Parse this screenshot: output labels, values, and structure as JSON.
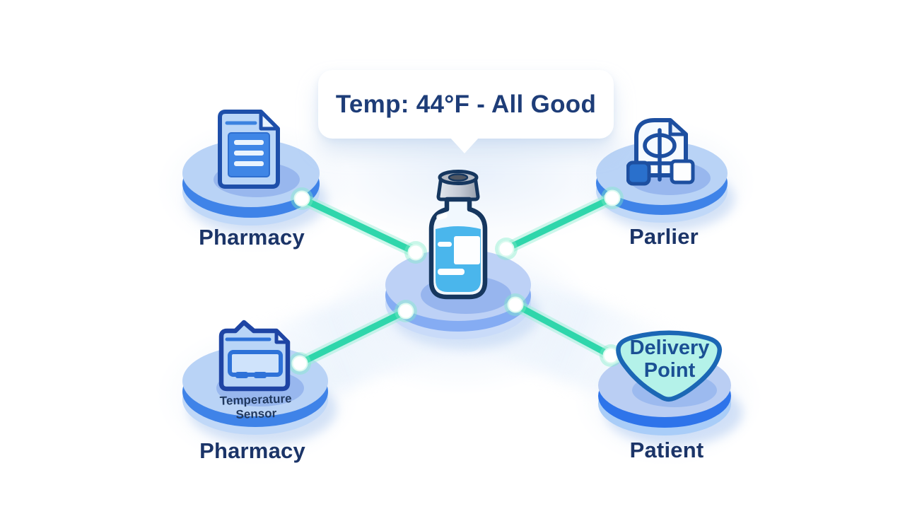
{
  "diagram": {
    "tooltip": "Temp: 44°F - All Good",
    "nodes": {
      "pharmacy_top": {
        "label": "Pharmacy",
        "icon": "document-icon"
      },
      "parlier": {
        "label": "Parlier",
        "icon": "shipment-document-icon"
      },
      "pharmacy_bottom": {
        "label": "Pharmacy",
        "platform_text": "Temperature Sensor",
        "icon": "temperature-sensor-icon"
      },
      "patient": {
        "label": "Patient",
        "badge": "Delivery Point",
        "icon": "delivery-shield-badge"
      },
      "center": {
        "icon": "vaccine-vial-icon"
      }
    },
    "colors": {
      "link_teal": "#2fd6ab",
      "link_glow": "#9df0d8",
      "platform_top": "#b9d3f6",
      "platform_rim_blue": "#3f83e8",
      "platform_rim_center": "#85acf3",
      "navy_text": "#1b3468",
      "bubble_text": "#1e3d78",
      "vial_liquid": "#4ab6ec",
      "vial_outline": "#16375f",
      "shield_fill": "#b4f2e9",
      "shield_border": "#1b67b5"
    }
  }
}
